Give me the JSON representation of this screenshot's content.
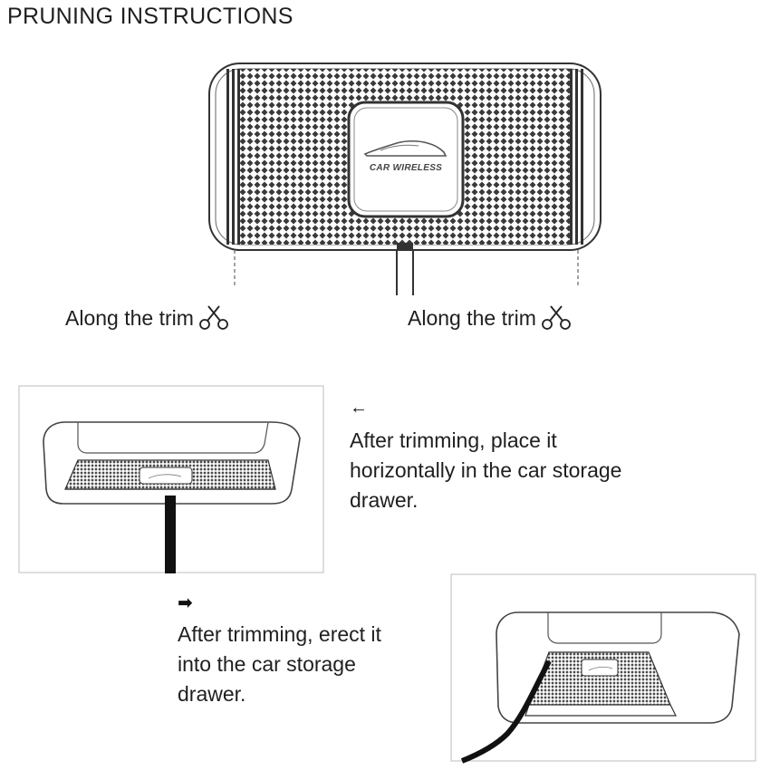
{
  "title": "PRUNING INSTRUCTIONS",
  "mat": {
    "logo_text": "CAR WIRELESS",
    "pattern": "diamond-grip",
    "icon": "car-silhouette-icon"
  },
  "trim_labels": [
    {
      "text": "Along the trim",
      "icon": "scissors-icon"
    },
    {
      "text": "Along the trim",
      "icon": "scissors-icon"
    }
  ],
  "steps": [
    {
      "arrow": "←",
      "lines": [
        "After trimming, place it",
        "horizontally in the car storage",
        "drawer."
      ]
    },
    {
      "arrow": "➡",
      "lines": [
        "After trimming, erect it",
        "into the car storage",
        "drawer."
      ]
    }
  ],
  "colors": {
    "stroke": "#333333",
    "pattern_dark": "#3a3a3a",
    "panel_border": "#bdbdbd",
    "cable": "#111111"
  }
}
